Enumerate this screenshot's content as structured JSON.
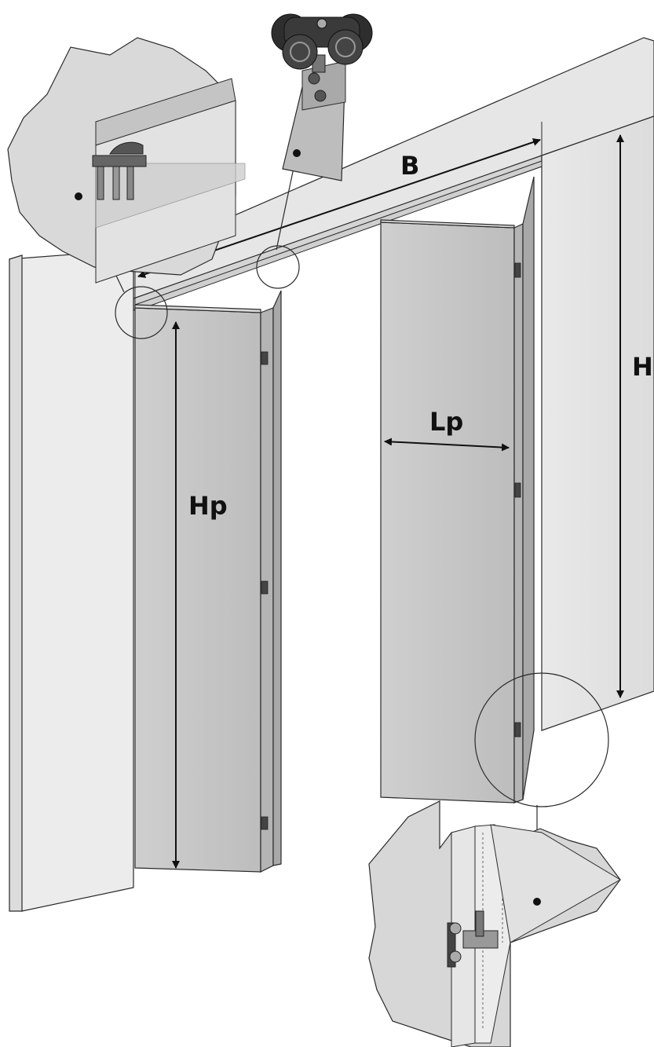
{
  "diagram": {
    "subject": "folding-door-installation",
    "dimension_labels": {
      "B": "B",
      "H": "H",
      "Hp": "Hp",
      "Lp": "Lp"
    },
    "colors": {
      "outline": "#2a2a2a",
      "wall_face": "#e4e4e4",
      "wall_light": "#ececec",
      "panel_face": "#c9c9c9",
      "panel_edge": "#b5b5b5",
      "detail_bg": "#d9d9d9",
      "arrow": "#111111"
    }
  }
}
